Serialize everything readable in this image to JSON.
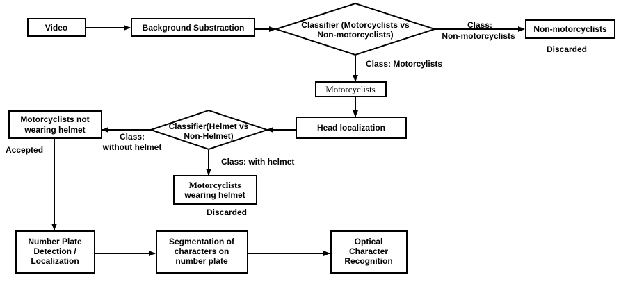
{
  "nodes": {
    "video": "Video",
    "bg_sub": "Background Substraction",
    "classifier1": [
      "Classifier (Motorcyclists vs",
      "Non-motorcyclists)"
    ],
    "non_moto": "Non-motorcyclists",
    "motorcyclists": "Motorcyclists",
    "head_loc": "Head localization",
    "classifier2": [
      "Classifier(Helmet vs",
      "Non-Helmet)"
    ],
    "no_helmet": [
      "Motorcyclists not",
      "wearing helmet"
    ],
    "with_helmet": [
      "Motorcyclists",
      "wearing helmet"
    ],
    "plate": [
      "Number Plate",
      "Detection /",
      "Localization"
    ],
    "segment": [
      "Segmentation of",
      "characters on",
      "number plate"
    ],
    "ocr": [
      "Optical",
      "Character",
      "Recognition"
    ]
  },
  "edge_labels": {
    "class_non_moto": [
      "Class:",
      "Non-motorcyclists"
    ],
    "class_moto": "Class: Motorcylists",
    "class_without": [
      "Class:",
      "without helmet"
    ],
    "class_with": "Class: with helmet"
  },
  "notes": {
    "discarded_1": "Discarded",
    "accepted": "Accepted",
    "discarded_2": "Discarded"
  }
}
